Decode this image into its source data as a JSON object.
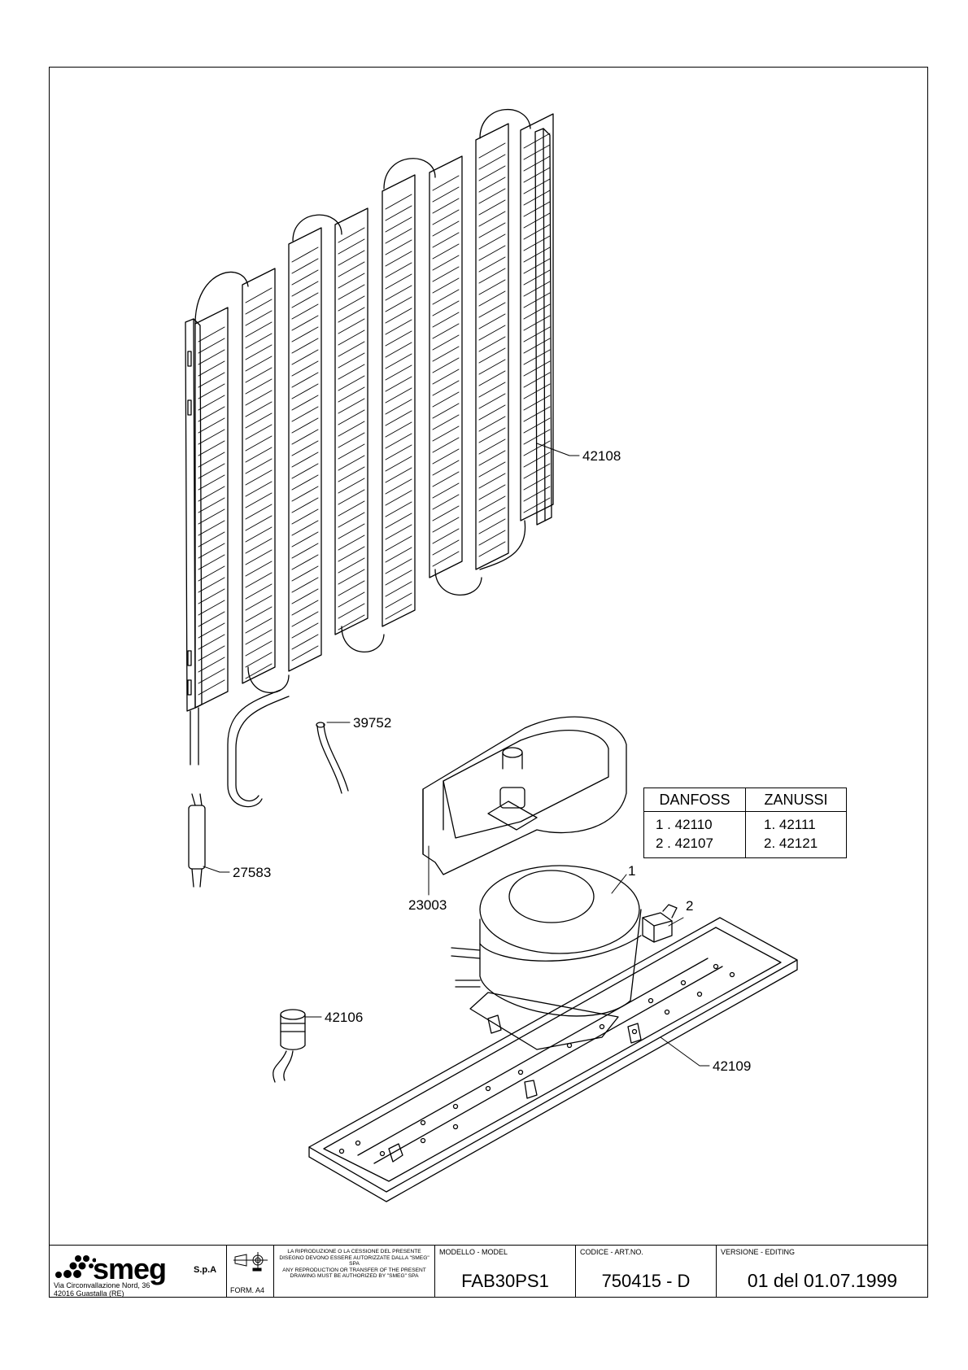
{
  "callouts": {
    "condenser": "42108",
    "hose": "39752",
    "filter_drier": "27583",
    "tray": "23003",
    "compressor": "1",
    "relay": "2",
    "capacitor": "42106",
    "base_plate": "42109"
  },
  "variant_table": {
    "headers": [
      "DANFOSS",
      "ZANUSSI"
    ],
    "danfoss": [
      "1 . 42110",
      "2 . 42107"
    ],
    "zanussi": [
      "1. 42111",
      "2. 42121"
    ]
  },
  "title_block": {
    "brand": "smeg",
    "company_suffix": "S.p.A",
    "address_line1": "Via Circonvallazione Nord, 36",
    "address_line2": "42016 Guastalla (RE)",
    "format_label": "FORM. A4",
    "legal_it": "LA RIPRODUZIONE O LA CESSIONE DEL PRESENTE DISEGNO DEVONO ESSERE AUTORIZZATE DALLA \"SMEG\" SPA",
    "legal_en": "ANY REPRODUCTION OR TRANSFER OF THE PRESENT DRAWING MUST BE AUTHORIZED BY \"SMEG\" SPA",
    "model_caption": "MODELLO - MODEL",
    "model_value": "FAB30PS1",
    "code_caption": "CODICE - ART.NO.",
    "code_value": "750415 - D",
    "version_caption": "VERSIONE - EDITING",
    "version_value": "01 del 01.07.1999"
  }
}
